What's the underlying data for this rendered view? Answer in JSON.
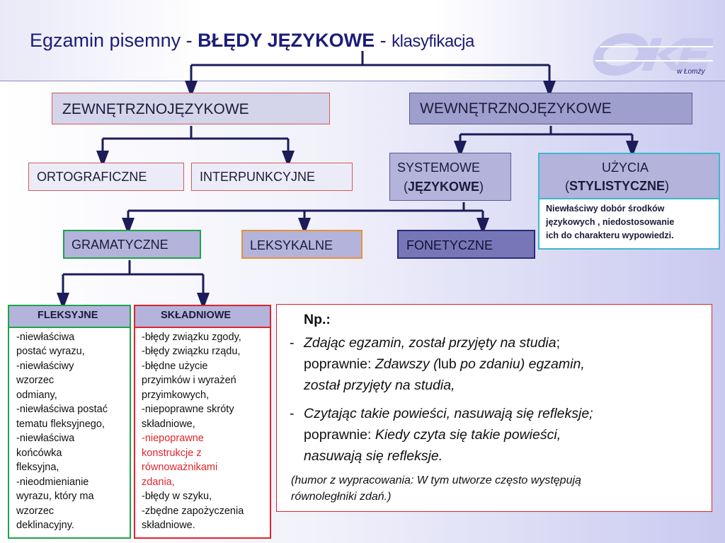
{
  "title": {
    "part1": "Egzamin pisemny - ",
    "part2": "BŁĘDY JĘZYKOWE",
    "part3": " - ",
    "part4": "klasyfikacja"
  },
  "logo": {
    "caption": "w Łomży",
    "lettering": "OKE"
  },
  "colors": {
    "title": "#1c1c78",
    "green": "#1fa34a",
    "red": "#e0242b",
    "orange": "#e8913a",
    "cyan": "#3db8c9",
    "navy": "#2a2a78"
  },
  "boxes": {
    "zew": "ZEWNĘTRZNOJĘZYKOWE",
    "wew": "WEWNĘTRZNOJĘZYKOWE",
    "orto": "ORTOGRAFICZNE",
    "interp": "INTERPUNKCYJNE",
    "sys": {
      "line1": "SYSTEMOWE",
      "open": "(",
      "bold": "JĘZYKOWE",
      "close": ")"
    },
    "uz": {
      "line1": "UŻYCIA",
      "open": "(",
      "bold": "STYLISTYCZNE",
      "close": ")"
    },
    "uz_desc": [
      "Niewłaściwy dobór środków",
      "językowych , niedostosowanie",
      "ich do charakteru wypowiedzi."
    ],
    "gram": "GRAMATYCZNE",
    "leks": "LEKSYKALNE",
    "fon": "FONETYCZNE"
  },
  "fleksyjne": {
    "header": "FLEKSYJNE",
    "lines": [
      "-niewłaściwa",
      "postać wyrazu,",
      "-niewłaściwy",
      "wzorzec",
      "odmiany,",
      "-niewłaściwa postać",
      "tematu fleksyjnego,",
      "-niewłaściwa",
      "końcówka",
      "fleksyjna,",
      "-nieodmienianie",
      "wyrazu, który ma",
      "wzorzec",
      "deklinacyjny."
    ]
  },
  "skladniowe": {
    "header": "SKŁADNIOWE",
    "lines": [
      "-błędy związku zgody,",
      "-błędy związku rządu,",
      "-błędne użycie",
      "przyimków i wyrażeń",
      "przyimkowych,",
      "-niepoprawne skróty",
      "składniowe,"
    ],
    "red_lines": [
      "-niepoprawne",
      "konstrukcje z",
      "równoważnikami",
      "zdania,"
    ],
    "lines_after": [
      "-błędy w szyku,",
      "-zbędne zapożyczenia",
      "składniowe."
    ]
  },
  "examples": {
    "np": "Np.:",
    "dash": "-",
    "e1": {
      "l1a": "Zdając egzamin, został przyjęty na studia",
      "l1b": ";",
      "l2a": "poprawnie: ",
      "l2b": "Zdawszy (",
      "l2c": "lub",
      "l2d": " po zdaniu) egzamin,",
      "l3": "został przyjęty na studia,"
    },
    "e2": {
      "l1": "Czytając takie powieści, nasuwają się refleksje;",
      "l2a": "poprawnie: ",
      "l2b": "Kiedy czyta się takie powieści,",
      "l3": "nasuwają się refleksje."
    },
    "note": [
      "(humor z wypracowania: W tym utworze często występują",
      "równoległniki zdań.)"
    ]
  }
}
